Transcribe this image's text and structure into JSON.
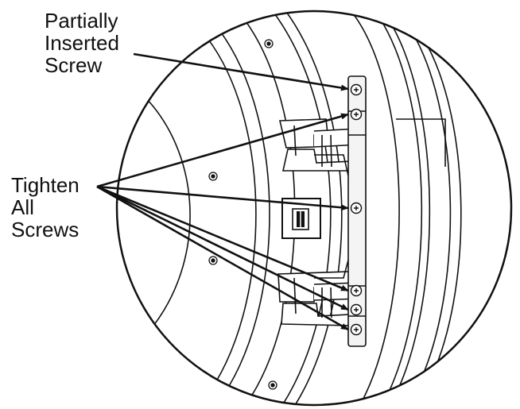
{
  "callouts": {
    "partially_inserted_screw": {
      "lines": [
        "Partially",
        "Inserted",
        "Screw"
      ]
    },
    "tighten_all_screws": {
      "lines": [
        "Tighten",
        "All",
        "Screws"
      ]
    }
  },
  "colors": {
    "line": "#111111",
    "background": "#ffffff",
    "panel_fill": "#f4f4f4"
  },
  "icons": {
    "screw": "phillips-screw-icon",
    "small_screw": "round-screw-icon",
    "switch": "door-switch-icon"
  }
}
